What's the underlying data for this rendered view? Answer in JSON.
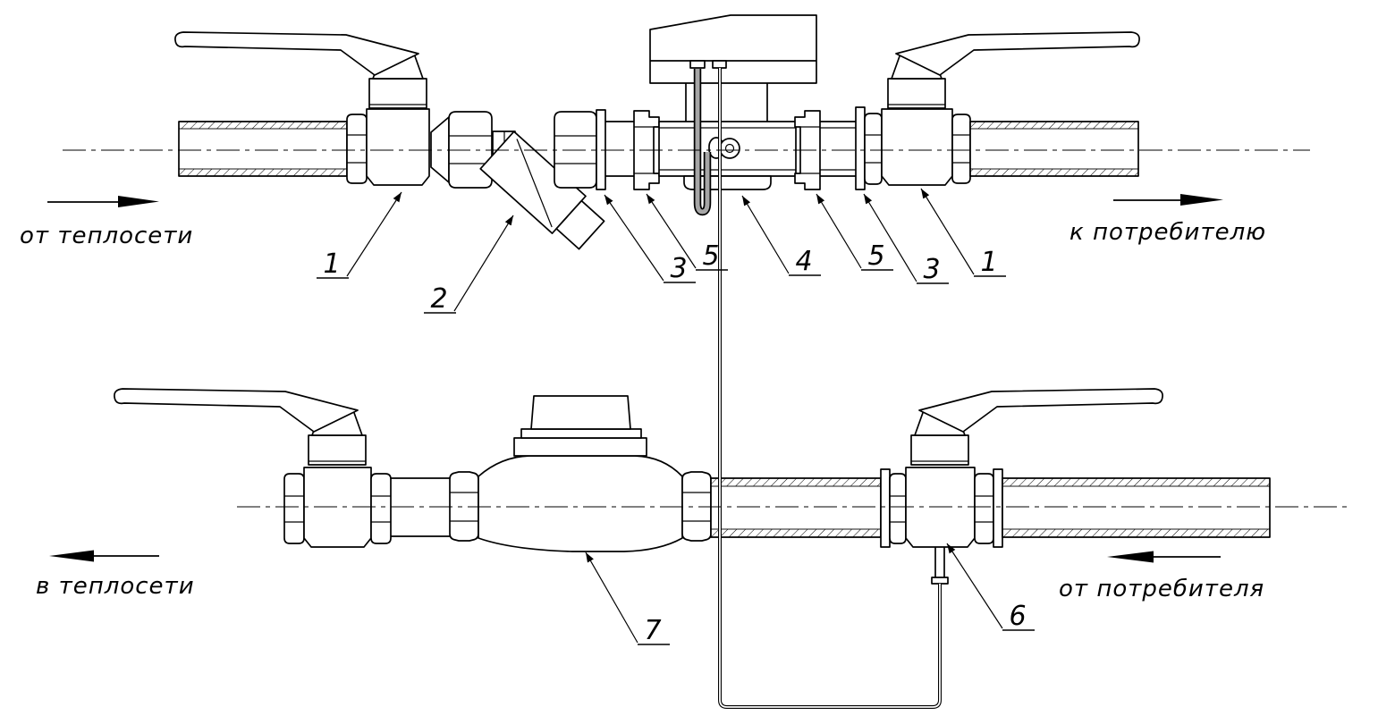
{
  "diagram": {
    "kind": "piping-installation-schematic",
    "subject": "heat and water meter assembly",
    "flow_labels": {
      "top_left": "от теплосети",
      "top_right": "к потребителю",
      "bottom_left": "в теплосети",
      "bottom_right": "от потребителя"
    },
    "callouts": {
      "supply_valve_inlet": "1",
      "strainer": "2",
      "flange_left": "3",
      "pocket_left": "5",
      "flowmeter": "4",
      "pocket_right": "5",
      "flange_right": "3",
      "supply_valve_outlet": "1",
      "water_meter": "7",
      "return_sensor": "6"
    },
    "colors": {
      "line": "#000000",
      "background": "#ffffff",
      "sensor_gray": "#a6a6a6"
    }
  }
}
